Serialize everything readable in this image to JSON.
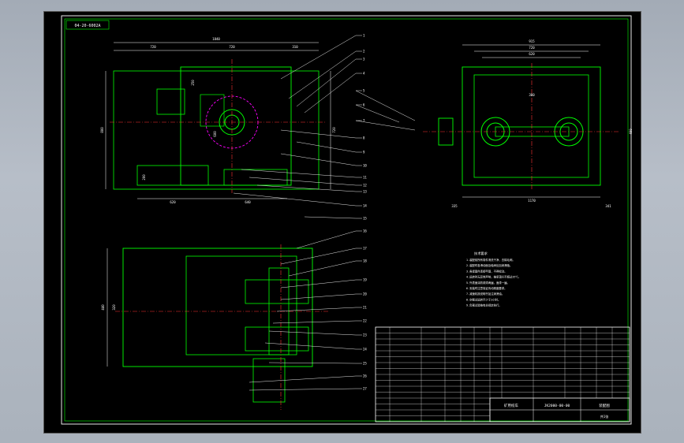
{
  "colors": {
    "background": "#000000",
    "frame": "#ffffff",
    "border": "#00ff00",
    "part": "#00ff00",
    "dimension": "#ffffff",
    "centerline": "#ff3333",
    "highlight": "#ff00ff",
    "leader": "#ffffff",
    "text": "#ffffff"
  },
  "drawing": {
    "top_left_label": "04-20-6002A",
    "balloons": [
      "1",
      "2",
      "3",
      "4",
      "5",
      "6",
      "7",
      "8",
      "9",
      "10",
      "11",
      "12",
      "13",
      "14",
      "15",
      "16",
      "17",
      "18",
      "19",
      "20",
      "21",
      "22",
      "23",
      "24",
      "25",
      "26",
      "27"
    ]
  },
  "dimensions": {
    "front_overall": "1840",
    "front_a": "720",
    "front_b": "720",
    "front_c": "310",
    "front_d": "600",
    "front_e": "250",
    "front_side": "800",
    "front_side2": "720",
    "front_bottom": "620",
    "front_bottom2": "640",
    "front_bottom3": "200",
    "side_overall": "915",
    "side_a": "720",
    "side_b": "620",
    "side_c": "300",
    "side_d": "400",
    "side_bottom_l": "335",
    "side_bottom": "1170",
    "side_bottom_r": "341",
    "plan_height": "440",
    "plan_height2": "320"
  },
  "notes": {
    "title": "技术要求",
    "lines": [
      "1.装配前所有零件清洗干净，去除毛刺。",
      "2.装配时各滑动面及轴承处加润滑脂。",
      "3.各紧固件连接牢固，不得松动。",
      "4.运转时无异常声响，轴承温升不超过35℃。",
      "5.外表面涂防锈漆两遍，面漆一遍。",
      "6.安装时注意保证传动精度要求。",
      "7.减速机按说明书加注润滑油。",
      "8.空载试运转不少于2小时。",
      "9.负载试验按有关规定执行。"
    ]
  },
  "title_block": {
    "drawing_name": "矿用绞车",
    "drawing_number": "JK2000-00-00",
    "company": "装配图",
    "sheet": "共1张"
  }
}
